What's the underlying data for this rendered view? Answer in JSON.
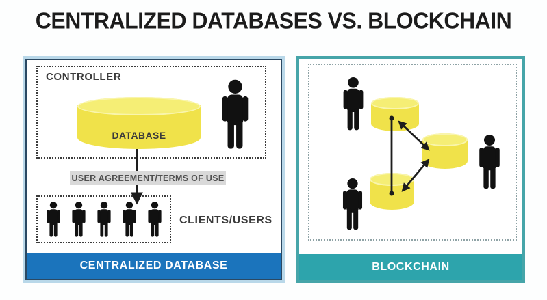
{
  "title": "CENTRALIZED DATABASES VS. BLOCKCHAIN",
  "left_panel": {
    "controller_label": "CONTROLLER",
    "database_label": "DATABASE",
    "agreement_label": "USER AGREEMENT/TERMS OF USE",
    "clients_label": "CLIENTS/USERS",
    "footer_label": "CENTRALIZED DATABASE",
    "client_count": 5,
    "structure": "single central database controlled by one controller; one downward arrow through user agreement to clients"
  },
  "right_panel": {
    "footer_label": "BLOCKCHAIN",
    "node_count": 3,
    "user_count": 3,
    "connections": [
      "top-node to bottom-node (bidirectional, dot endpoints)",
      "top-node to right-node (bidirectional arrows)",
      "bottom-node to right-node (bidirectional arrows)"
    ]
  },
  "colors": {
    "title_text": "#1c1c1c",
    "left_border": "#b9d8e9",
    "left_inner_line": "#2b4963",
    "left_footer_bg": "#1b74bc",
    "right_border": "#46a5a9",
    "right_footer_bg": "#2da4ac",
    "footer_text": "#ffffff",
    "cylinder_body": "#f0e24a",
    "cylinder_top": "#f5ee75",
    "label_bg": "#d9d9d9",
    "label_text": "#4f4f4f",
    "person": "#111111"
  }
}
